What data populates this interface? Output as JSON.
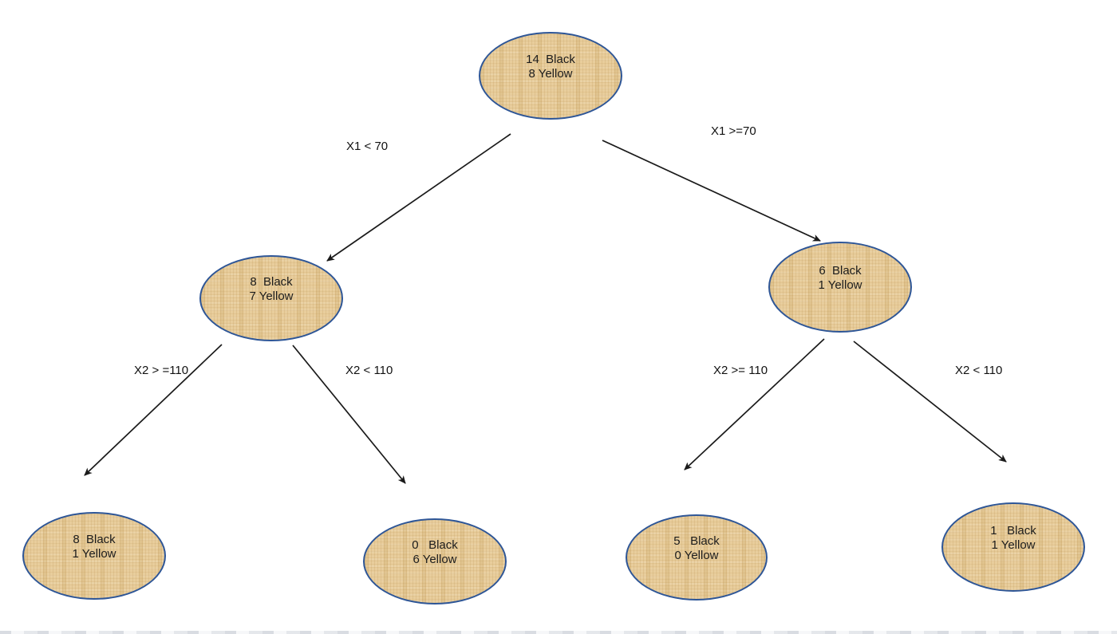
{
  "diagram": {
    "type": "decision-tree",
    "colors": {
      "node_fill": "#e8cd9c",
      "node_border": "#2e5697",
      "arrow": "#1a1a1a",
      "text": "#1c1c1c"
    },
    "nodes": {
      "root": {
        "line1": "14  Black",
        "line2": "8 Yellow"
      },
      "left": {
        "line1": "8  Black",
        "line2": "7 Yellow"
      },
      "right": {
        "line1": "6  Black",
        "line2": "1 Yellow"
      },
      "leaf1": {
        "line1": "8  Black",
        "line2": "1 Yellow"
      },
      "leaf2": {
        "line1": "0   Black",
        "line2": "6 Yellow"
      },
      "leaf3": {
        "line1": "5   Black",
        "line2": "0 Yellow"
      },
      "leaf4": {
        "line1": "1   Black",
        "line2": "1 Yellow"
      }
    },
    "edge_labels": {
      "root_left": "X1 < 70",
      "root_right": "X1 >=70",
      "left_left": "X2 > =110",
      "left_right": "X2 < 110",
      "right_left": "X2 >= 110",
      "right_right": "X2 < 110"
    }
  }
}
